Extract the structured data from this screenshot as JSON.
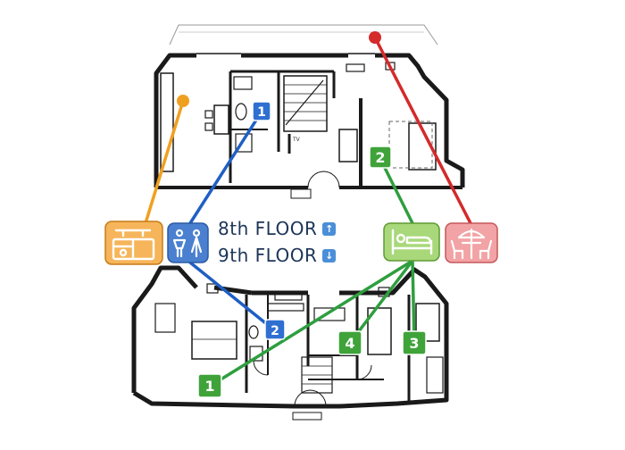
{
  "labels": {
    "floor_8": "8th FLOOR",
    "floor_9": "9th FLOOR"
  },
  "arrows": {
    "up": "↑",
    "down": "↓"
  },
  "markers": {
    "bath_8": "1",
    "bedroom_8": "2",
    "bath_9": "2",
    "bedroom_9_1": "1",
    "bedroom_9_4": "4",
    "bedroom_9_3": "3"
  },
  "legend_icons": [
    {
      "name": "kitchen-icon",
      "color": "#f6b55a",
      "line_color": "#f0a020"
    },
    {
      "name": "bathroom-icon",
      "color": "#4a80cf",
      "line_color": "#1f5fc4"
    },
    {
      "name": "bedroom-icon",
      "color": "#a8d87a",
      "line_color": "#2f9e3f"
    },
    {
      "name": "dining-icon",
      "color": "#f2a3a5",
      "line_color": "#d42a2a"
    }
  ],
  "colors": {
    "wall": "#1a1a1a",
    "marker_blue": "#2f6fd1",
    "marker_green": "#3fa33a",
    "label_text": "#1d3558"
  }
}
